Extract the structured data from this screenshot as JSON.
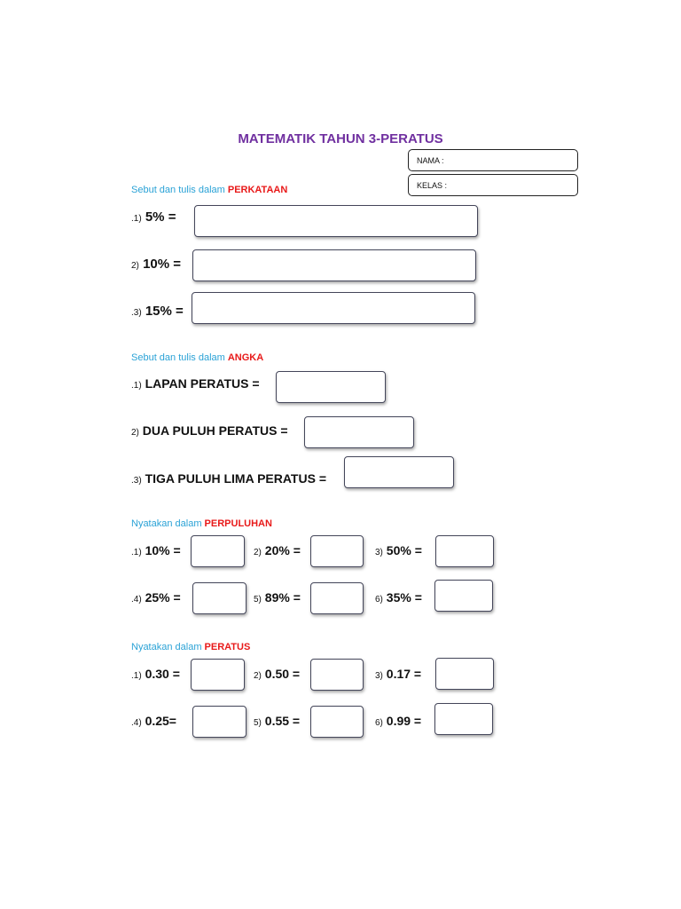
{
  "title": "MATEMATIK TAHUN 3-PERATUS",
  "info": {
    "nama_label": "NAMA :",
    "kelas_label": "KELAS :"
  },
  "sections": [
    {
      "instr_text": "Sebut dan tulis dalam ",
      "instr_keyword": "PERKATAAN",
      "items": [
        {
          "num": ".1)",
          "text": "5%  ="
        },
        {
          "num": "2)",
          "text": "10% ="
        },
        {
          "num": ".3)",
          "text": "15% ="
        }
      ]
    },
    {
      "instr_text": "Sebut dan tulis dalam ",
      "instr_keyword": "ANGKA",
      "items": [
        {
          "num": ".1)",
          "text": "LAPAN PERATUS  ="
        },
        {
          "num": "2)",
          "text": "DUA PULUH PERATUS ="
        },
        {
          "num": ".3)",
          "text": "TIGA PULUH LIMA PERATUS ="
        }
      ]
    },
    {
      "instr_text": "Nyatakan dalam ",
      "instr_keyword": "PERPULUHAN",
      "items": [
        {
          "num": ".1)",
          "text": "10%  ="
        },
        {
          "num": "2)",
          "text": "20% ="
        },
        {
          "num": "3)",
          "text": "50%  ="
        },
        {
          "num": ".4)",
          "text": "25%  ="
        },
        {
          "num": "5)",
          "text": "89%  ="
        },
        {
          "num": "6)",
          "text": "35% ="
        }
      ]
    },
    {
      "instr_text": "Nyatakan dalam ",
      "instr_keyword": "PERATUS",
      "items": [
        {
          "num": ".1)",
          "text": "0.30 ="
        },
        {
          "num": "2)",
          "text": "0.50 ="
        },
        {
          "num": "3)",
          "text": "0.17  ="
        },
        {
          "num": ".4)",
          "text": "0.25="
        },
        {
          "num": "5)",
          "text": "0.55  ="
        },
        {
          "num": "6)",
          "text": "0.99 ="
        }
      ]
    }
  ]
}
